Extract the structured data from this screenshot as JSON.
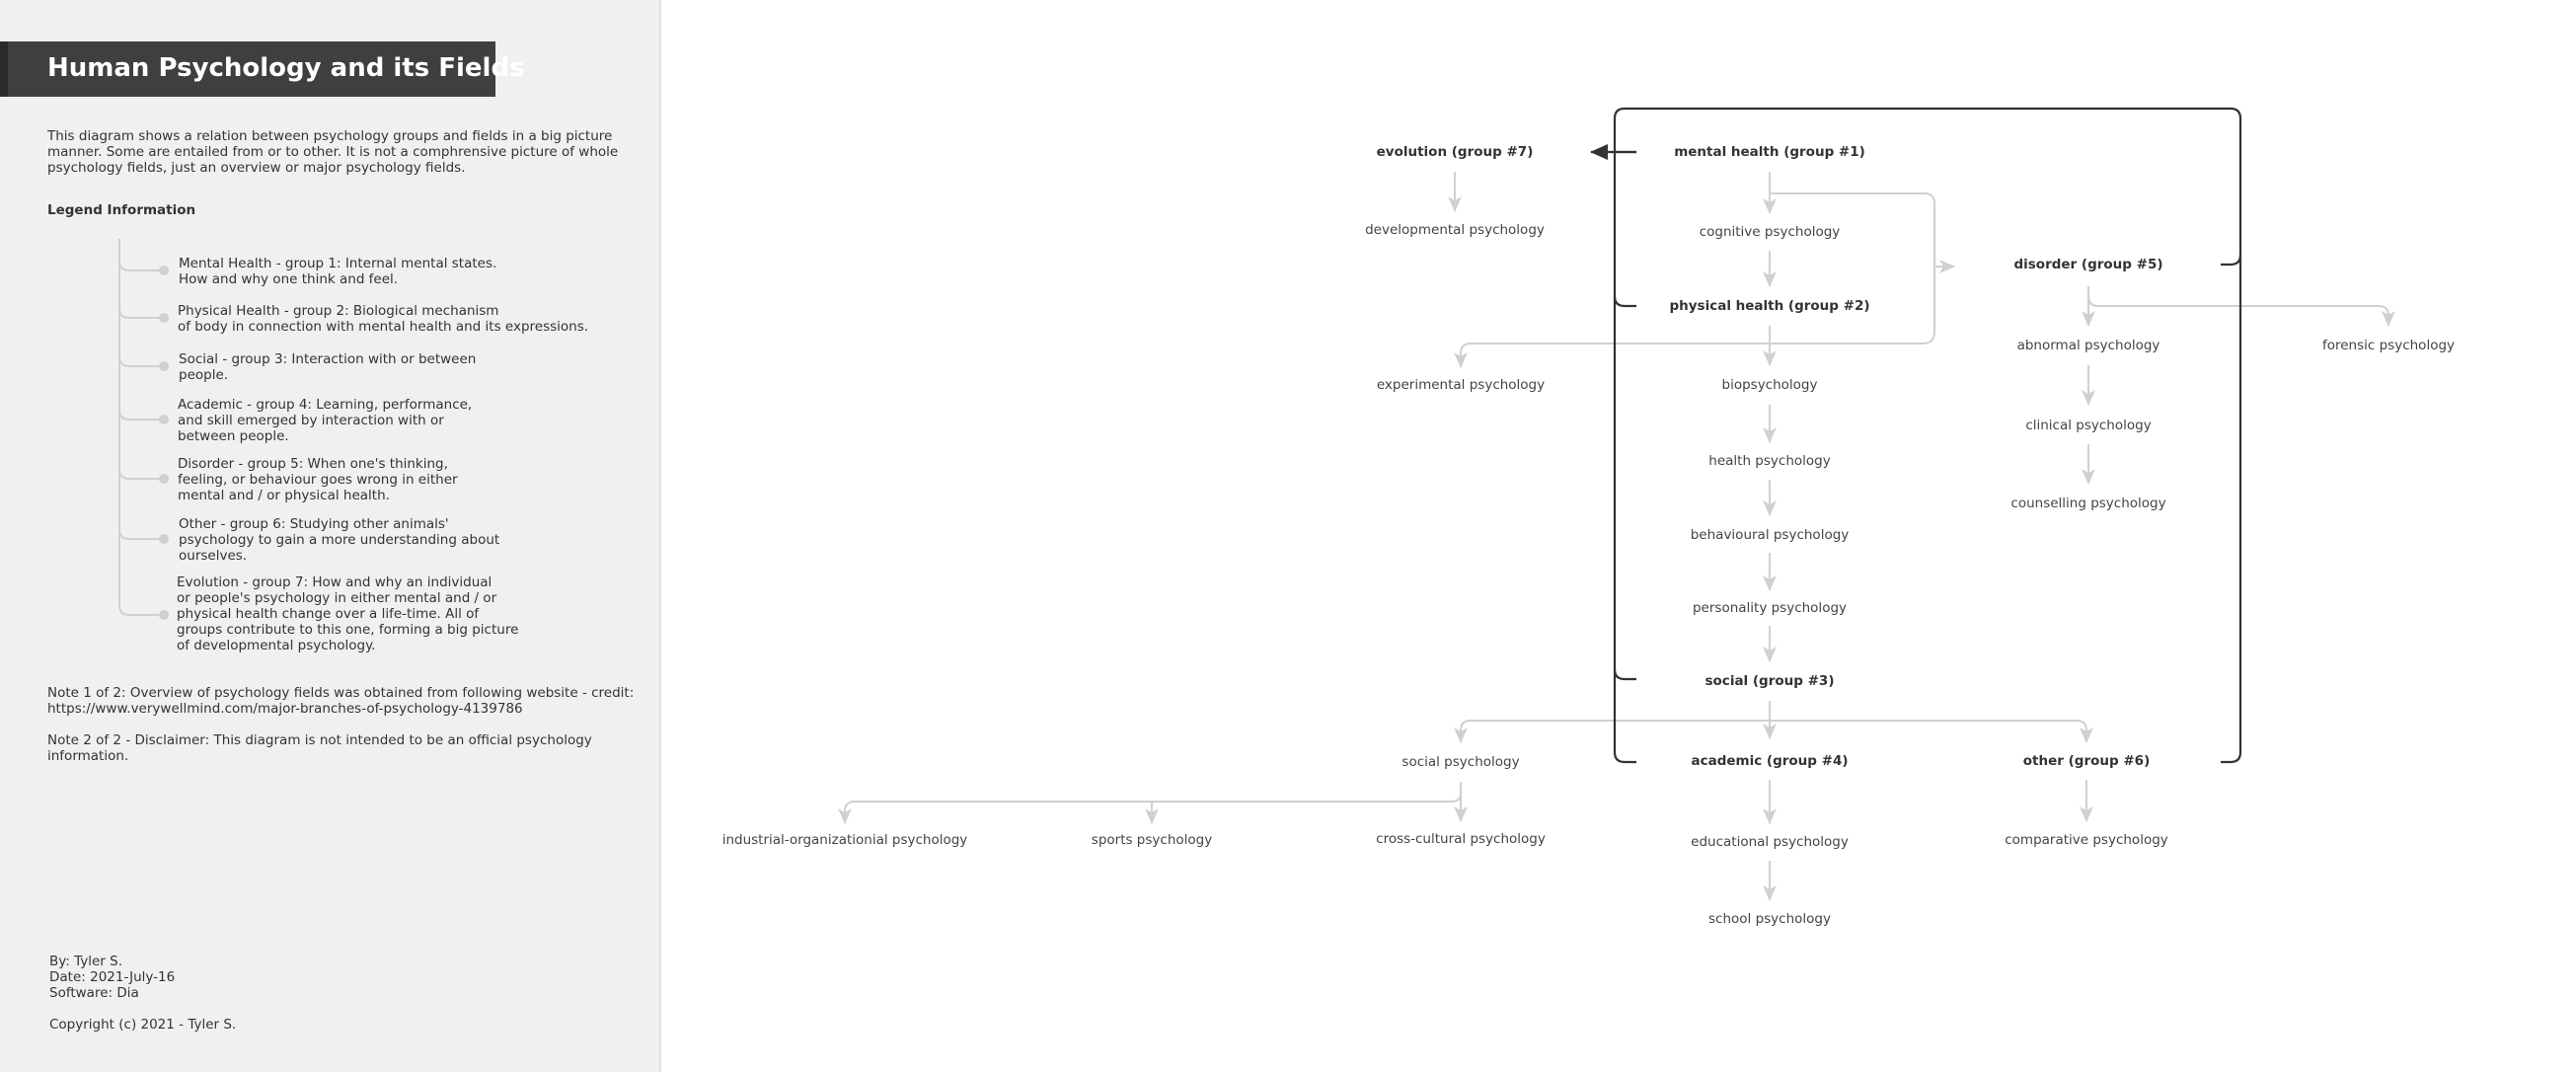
{
  "title": "Human Psychology and its Fields",
  "description": "This diagram shows a relation between psychology groups and fields in a big picture\nmanner. Some are entailed from or to other. It is not a comphrensive picture of whole\npsychology fields, just an overview or major psychology fields.",
  "legend": {
    "heading": "Legend Information",
    "items": [
      "Mental Health - group 1: Internal mental states.\nHow and why one think and feel.",
      "Physical Health - group 2: Biological mechanism\nof body in connection with mental health and its expressions.",
      "Social - group 3: Interaction with or between\npeople.",
      "Academic - group 4: Learning, performance,\nand skill emerged by interaction with or\nbetween people.",
      "Disorder - group 5: When one's thinking,\nfeeling, or behaviour goes wrong in either\nmental and / or physical health.",
      "Other - group 6: Studying other animals'\npsychology to gain a more understanding about\nourselves.",
      "Evolution - group 7: How and why an individual\nor people's psychology in either mental and / or\nphysical health change over a life-time. All of\ngroups contribute to this one, forming a big picture\nof developmental psychology."
    ]
  },
  "notes": {
    "note1": "Note 1 of 2: Overview of psychology fields was obtained from following website - credit:\nhttps://www.verywellmind.com/major-branches-of-psychology-4139786",
    "note2": "Note 2 of 2 - Disclaimer: This diagram is not intended to be an official psychology information."
  },
  "credits": {
    "by": "By: Tyler S.",
    "date": "Date: 2021-July-16",
    "software": "Software: Dia",
    "copyright": "Copyright (c) 2021 - Tyler S."
  },
  "diagram": {
    "groups": {
      "mental_health": "mental health (group #1)",
      "physical_health": "physical health (group #2)",
      "social": "social (group #3)",
      "academic": "academic (group #4)",
      "disorder": "disorder (group #5)",
      "other": "other (group #6)",
      "evolution": "evolution (group #7)"
    },
    "fields": {
      "developmental": "developmental psychology",
      "cognitive": "cognitive psychology",
      "experimental": "experimental psychology",
      "biopsychology": "biopsychology",
      "health": "health psychology",
      "behavioural": "behavioural psychology",
      "personality": "personality psychology",
      "social_psych": "social psychology",
      "industrial": "industrial-organizationial psychology",
      "sports": "sports psychology",
      "cross_cultural": "cross-cultural psychology",
      "educational": "educational psychology",
      "school": "school psychology",
      "abnormal": "abnormal psychology",
      "clinical": "clinical psychology",
      "counselling": "counselling psychology",
      "forensic": "forensic psychology",
      "comparative": "comparative psychology"
    }
  },
  "colors": {
    "panel_background": "#f0f0f0",
    "title_background": "#3f3f3f",
    "title_text": "#ffffff",
    "connector_light": "#d0d0d0",
    "connector_dark": "#333333"
  }
}
